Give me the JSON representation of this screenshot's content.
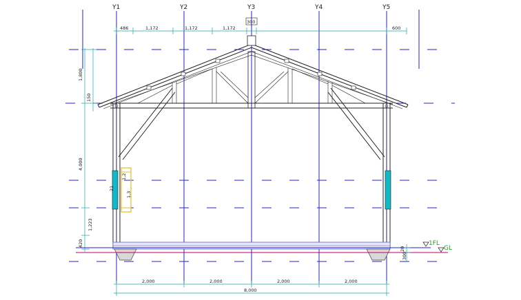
{
  "axes": {
    "y_labels": [
      "Y1",
      "Y2",
      "Y3",
      "Y4",
      "Y5"
    ]
  },
  "dims": {
    "top": [
      "486",
      "1,172",
      "1,172",
      "1,172"
    ],
    "ridge_width": "300",
    "top_right": "600",
    "bottom": [
      "2,000",
      "2,000",
      "2,000",
      "2,000"
    ],
    "bottom_total": "8,000",
    "left": [
      "1,800",
      "150",
      "4,000",
      "1,223",
      "420"
    ],
    "right_small": "20",
    "right_base": "300"
  },
  "levels": {
    "fl": "1FL",
    "gl": "GL"
  },
  "window": {
    "label_a": "21",
    "label_b": "1,2",
    "label_c": "1,3"
  },
  "colors": {
    "grid": "#2020d0",
    "dimension": "#18a8a8",
    "glass": "#10b8c8",
    "window_frame": "#e0c020",
    "level": "#2a9a2a",
    "ground": "#c00060"
  }
}
